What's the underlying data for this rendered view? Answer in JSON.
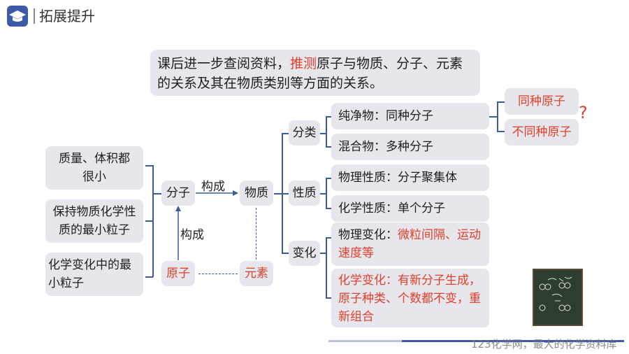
{
  "header": {
    "title": "拓展提升"
  },
  "question": {
    "part1": "课后进一步查阅资料，",
    "highlight": "推测",
    "part2": "原子与物质、分子、元素的关系及其在物质类别等方面的关系。"
  },
  "left_notes": [
    "质量、体积都很小",
    "保持物质化学性质的最小粒子",
    "化学变化中的最小粒子"
  ],
  "nodes": {
    "molecule": "分子",
    "matter": "物质",
    "atom": "原子",
    "element": "元素",
    "classification": "分类",
    "property": "性质",
    "change": "变化"
  },
  "edges": {
    "constitutes_h": "构成",
    "constitutes_v": "构成"
  },
  "leaves": {
    "pure": "纯净物：同种分子",
    "mixture": "混合物：多种分子",
    "physical_property": "物理性质：分子聚集体",
    "chemical_property": "化学性质：单个分子",
    "physical_change_label": "物理变化：",
    "physical_change_value": "微粒间隔、运动速度等",
    "chemical_change": "化学变化：有新分子生成，原子种类、个数都不变，重新组合"
  },
  "pure_split": {
    "same": "同种原子",
    "different": "不同种原子",
    "question_mark": "?"
  },
  "watermark": "123化学网，最大的化学资料库",
  "colors": {
    "accent": "#e0402a",
    "box": "#e6e6ec",
    "line": "#3d5a99",
    "logo": "#3d5aa8"
  }
}
